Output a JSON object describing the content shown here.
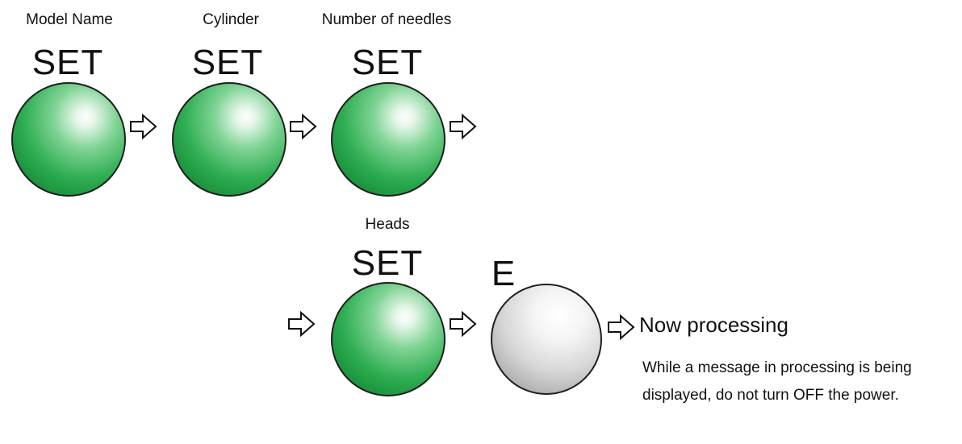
{
  "steps_top": [
    {
      "label": "Model Name",
      "key": "SET",
      "color": "green"
    },
    {
      "label": "Cylinder",
      "key": "SET",
      "color": "green"
    },
    {
      "label": "Number of needles",
      "key": "SET",
      "color": "green"
    }
  ],
  "steps_bottom": [
    {
      "label": "Heads",
      "key": "SET",
      "color": "green"
    },
    {
      "label": "",
      "key": "E",
      "color": "white"
    }
  ],
  "result": {
    "title": "Now processing",
    "note": "While a message in processing is being displayed, do not turn OFF the power."
  },
  "colors": {
    "green_button": "#2fae52",
    "white_button": "#d6d6d6",
    "outline": "#1e1e1e"
  },
  "icons": [
    "right-arrow-outline-icon"
  ]
}
